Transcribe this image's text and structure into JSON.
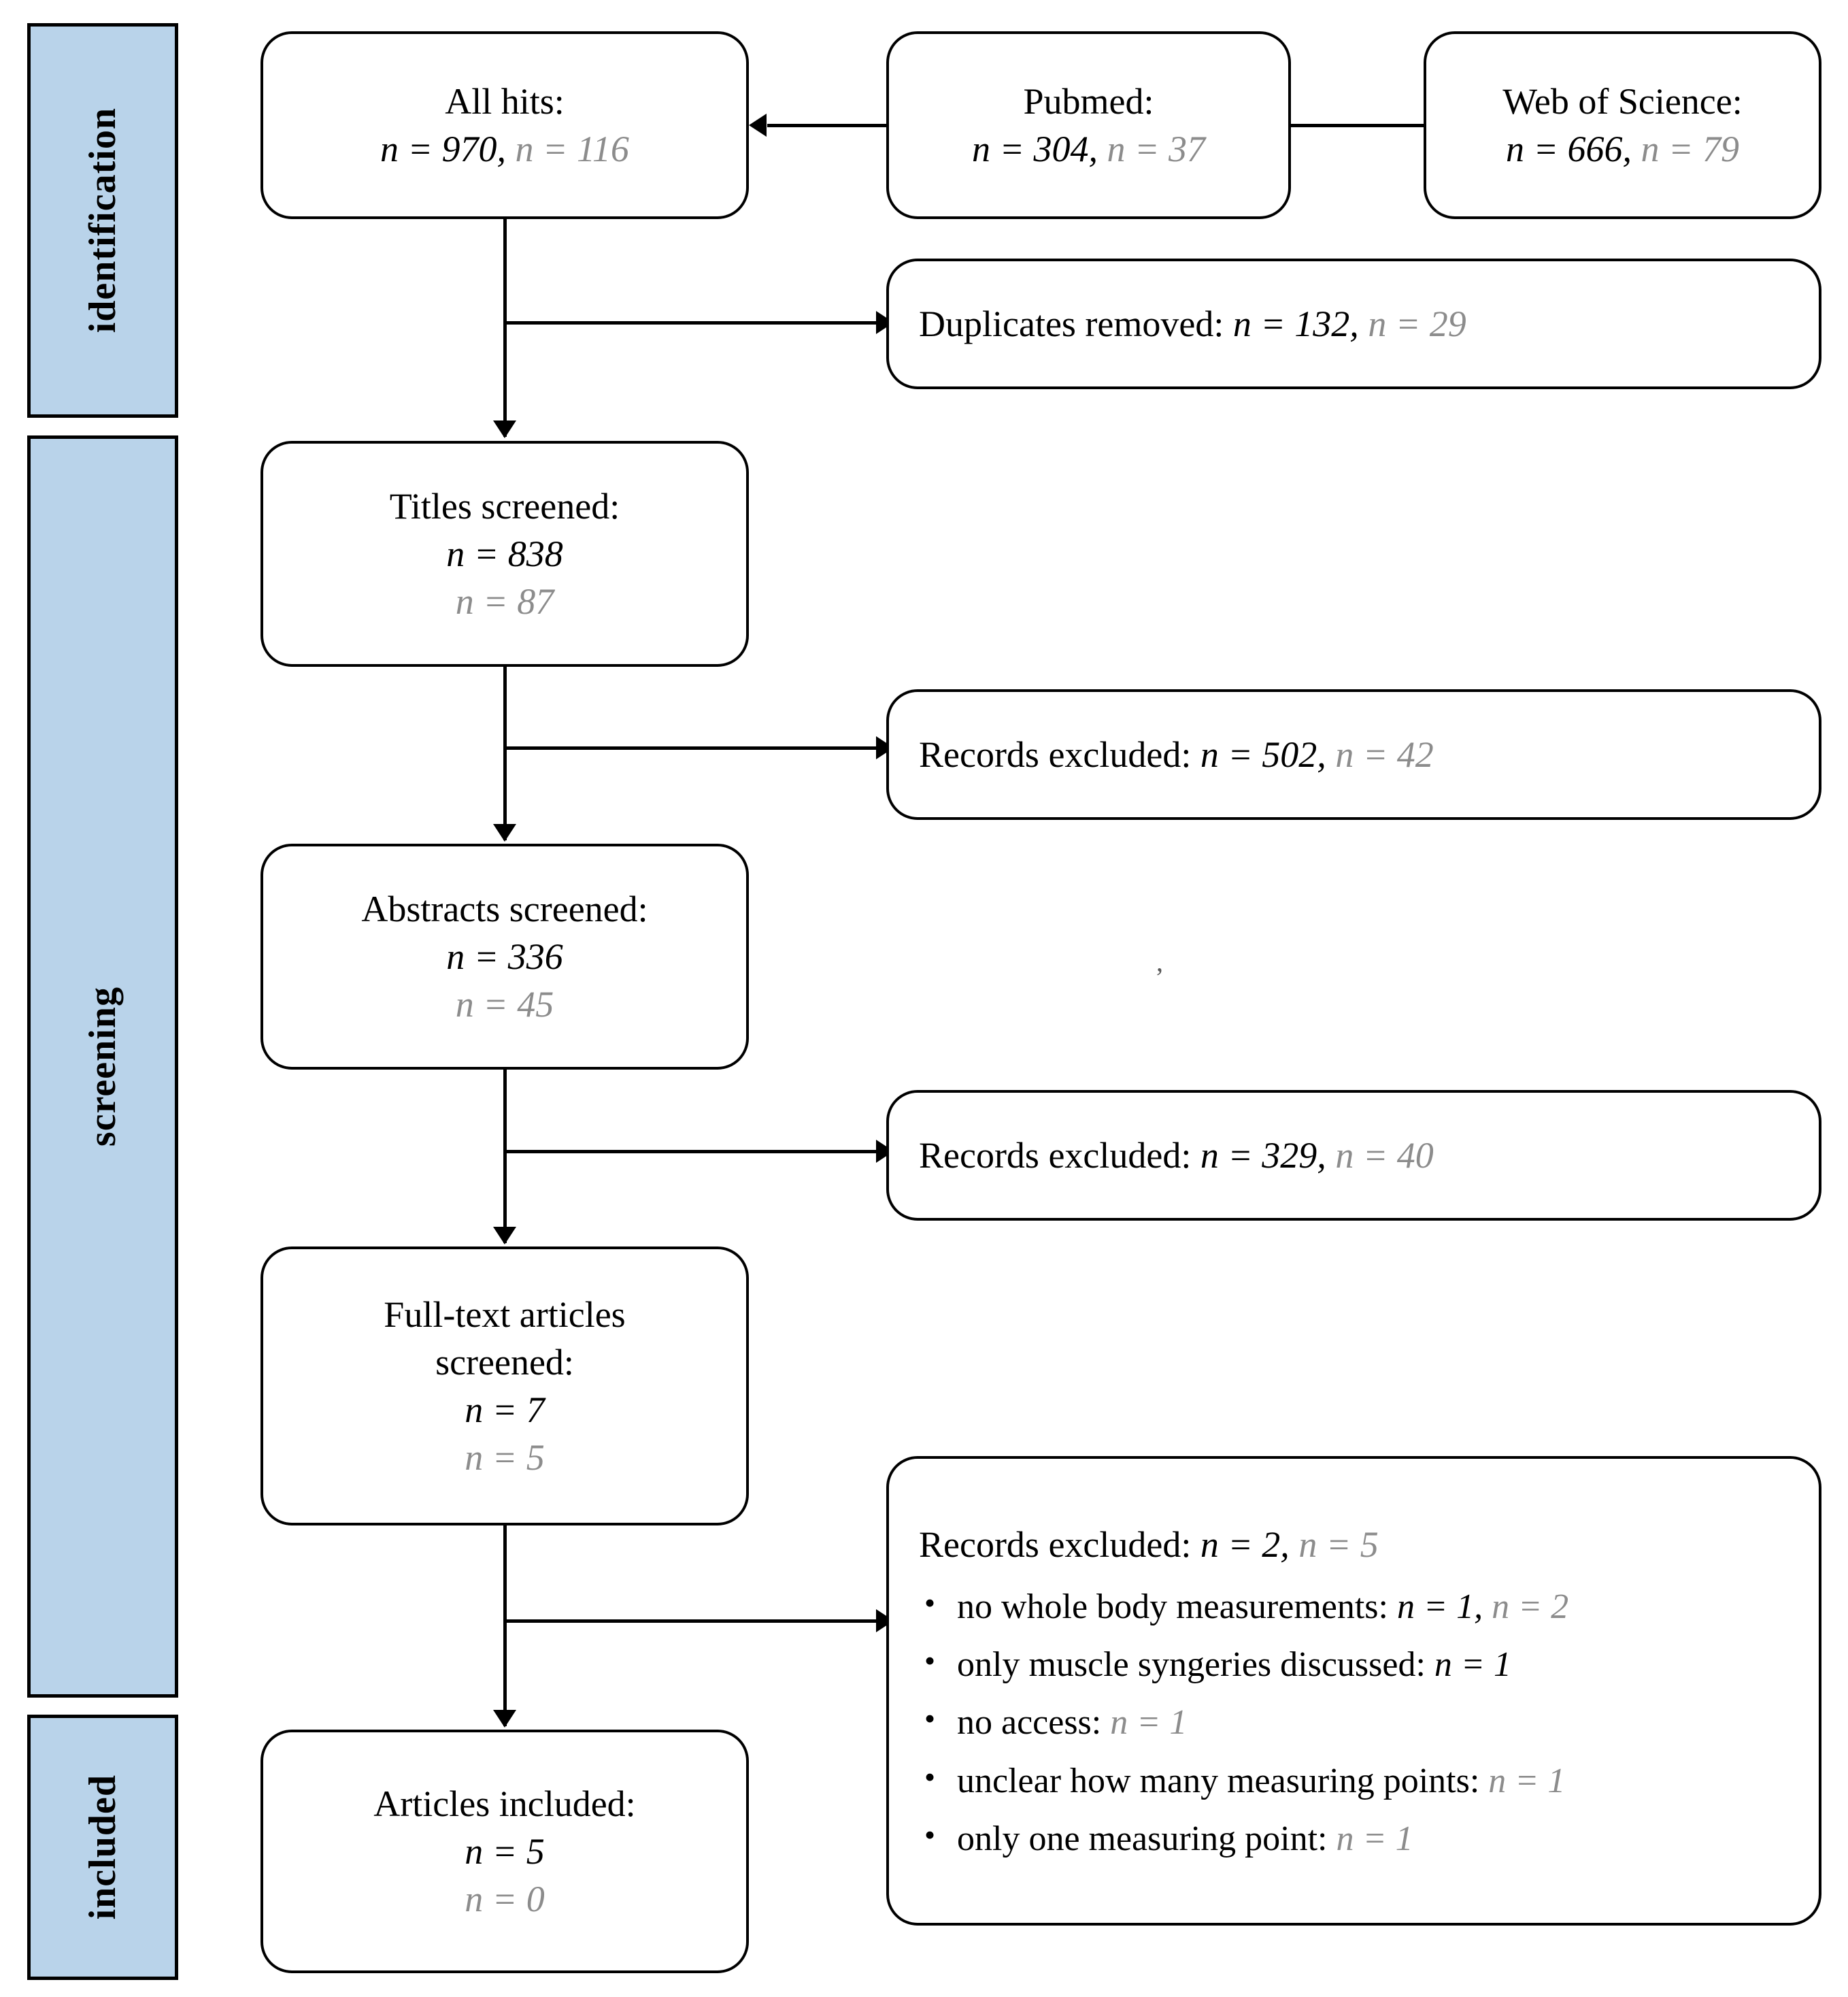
{
  "diagram": {
    "type": "prisma-flow-diagram",
    "stages": [
      {
        "id": "identification",
        "label": "identification"
      },
      {
        "id": "screening",
        "label": "screening"
      },
      {
        "id": "included",
        "label": "included"
      }
    ],
    "nodes": {
      "all_hits": {
        "title": "All hits:",
        "primary": "n = 970,",
        "secondary": "n = 116"
      },
      "pubmed": {
        "title": "Pubmed:",
        "primary": "n = 304,",
        "secondary": "n = 37"
      },
      "web_of_science": {
        "title": "Web of Science:",
        "primary": "n = 666,",
        "secondary": "n = 79"
      },
      "duplicates_removed": {
        "label": "Duplicates removed:",
        "primary": "n = 132,",
        "secondary": "n = 29"
      },
      "titles_screened": {
        "title": "Titles screened:",
        "primary": "n = 838",
        "secondary": "n = 87"
      },
      "records_excluded_titles": {
        "label": "Records excluded:",
        "primary": "n = 502,",
        "secondary": "n = 42"
      },
      "abstracts_screened": {
        "title": "Abstracts screened:",
        "primary": "n = 336",
        "secondary": "n = 45"
      },
      "records_excluded_abstracts": {
        "label": "Records excluded:",
        "primary": "n = 329,",
        "secondary": "n = 40"
      },
      "fulltext_screened": {
        "title_line1": "Full-text articles",
        "title_line2": "screened:",
        "primary": "n = 7",
        "secondary": "n = 5"
      },
      "records_excluded_fulltext": {
        "label": "Records excluded:",
        "primary": "n = 2,",
        "secondary": "n = 5",
        "reasons": [
          {
            "text": "no whole body measurements:",
            "primary": "n = 1,",
            "secondary": "n = 2"
          },
          {
            "text": "only muscle syngeries discussed:",
            "primary": "n = 1",
            "secondary": ""
          },
          {
            "text": "no access:",
            "primary": "",
            "secondary": "n = 1"
          },
          {
            "text": "unclear how many measuring points:",
            "primary": "",
            "secondary": "n = 1"
          },
          {
            "text": "only one measuring point:",
            "primary": "",
            "secondary": "n = 1"
          }
        ]
      },
      "articles_included": {
        "title": "Articles included:",
        "primary": "n = 5",
        "secondary": "n = 0"
      }
    },
    "colors": {
      "band_fill": "#b9d3ea",
      "band_border": "#000000",
      "node_border": "#000000",
      "primary_text": "#000000",
      "secondary_text": "#8c8c8c"
    }
  }
}
